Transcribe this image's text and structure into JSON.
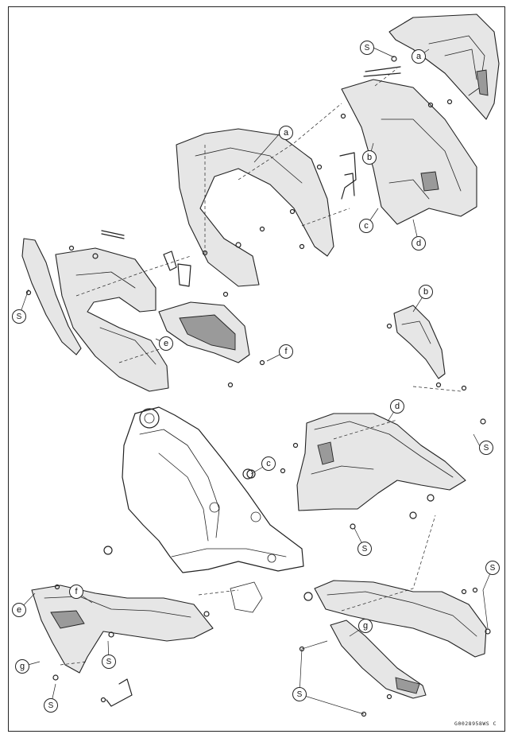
{
  "figure_code": "G0028958WS C",
  "callouts": {
    "s_fairing_top": "S",
    "s_side_cover": "S",
    "s_right_mid": "S",
    "s_center": "S",
    "s_lower_left": "S",
    "s_bottom_left": "S",
    "s_right_cowl": "S",
    "s_bottom_right": "S",
    "a_upper": "a",
    "a_middle": "a",
    "b_upper": "b",
    "b_right": "b",
    "c_upper": "c",
    "c_frame": "c",
    "d_upper": "d",
    "d_right": "d",
    "e_side": "e",
    "e_lower": "e",
    "f_bracket": "f",
    "f_lower": "f",
    "g_lower": "g",
    "g_right": "g"
  }
}
